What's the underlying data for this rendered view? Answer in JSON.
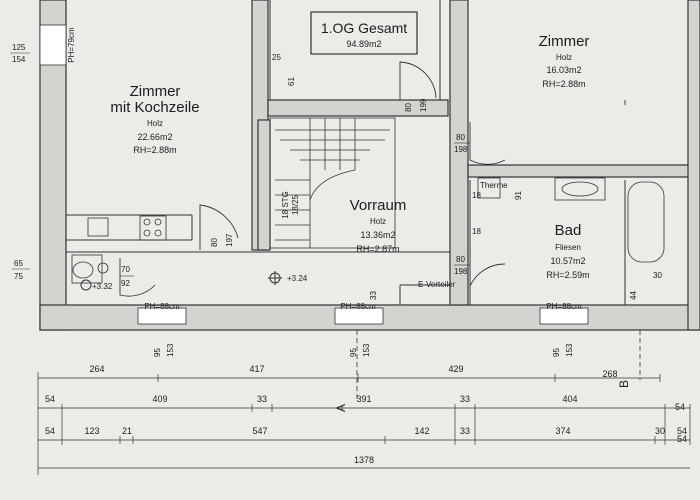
{
  "rooms": {
    "zimmer_left": {
      "name_line1": "Zimmer",
      "name_line2": "mit Kochzeile",
      "floor": "Holz",
      "area": "22.66m2",
      "height": "RH=2.88m"
    },
    "zimmer_right": {
      "name": "Zimmer",
      "floor": "Holz",
      "area": "16.03m2",
      "height": "RH=2.88m"
    },
    "vorraum": {
      "name": "Vorraum",
      "floor": "Holz",
      "area": "13.36m2",
      "height": "RH=2.87m"
    },
    "bad": {
      "name": "Bad",
      "floor": "Fliesen",
      "area": "10.57m2",
      "height": "RH=2.59m"
    }
  },
  "summary": {
    "title": "1.OG Gesamt",
    "area": "94.89m2"
  },
  "labels": {
    "ph79": "PH=79cm",
    "ph88": "PH=88cm",
    "ph88b": "PH=88cm",
    "ph88c": "PH=88cm",
    "stair": "18 STG",
    "stair2": "18/25",
    "level": "+3.24",
    "level2": "+3.32",
    "e_verteiler": "E-Verteiler",
    "therme": "Therme"
  },
  "small_dims": {
    "d125": "125",
    "d154": "154",
    "d25": "25",
    "d61": "61",
    "d80a": "80",
    "d199": "199",
    "d80b": "80",
    "d198a": "198",
    "d91": "91",
    "d18a": "18",
    "d18b": "18",
    "d80c": "80",
    "d198b": "198",
    "d80d": "80",
    "d197": "197",
    "d70": "70",
    "d92": "92",
    "d65": "65",
    "d75": "75",
    "d33a": "33",
    "d30": "30",
    "d44": "44",
    "d95a": "95",
    "d153a": "153",
    "d95b": "95",
    "d153b": "153",
    "d95c": "95",
    "d153c": "153"
  },
  "dim_rows": {
    "row1": [
      "264",
      "417",
      "429",
      "268"
    ],
    "row2": [
      "54",
      "409",
      "33",
      "391",
      "33",
      "404"
    ],
    "row3": [
      "54",
      "123",
      "21",
      "547",
      "142",
      "33",
      "374",
      "30",
      "54"
    ],
    "total": "1378",
    "side1": "54",
    "side2": "54"
  },
  "section_marks": {
    "a": "A",
    "b": "B"
  }
}
